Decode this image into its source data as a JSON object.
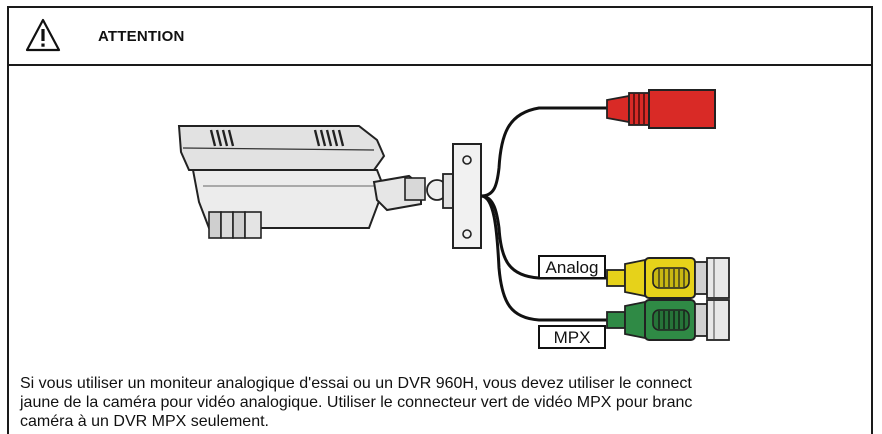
{
  "header": {
    "icon": "warning-triangle-icon",
    "title": "ATTENTION"
  },
  "illustration": {
    "labels": {
      "analog": "Analog",
      "mpx": "MPX"
    },
    "colors": {
      "power_connector": "#d92a26",
      "analog_connector": "#e6d21a",
      "mpx_connector": "#2f8a45"
    }
  },
  "body": {
    "lines": [
      "Si vous utiliser un moniteur analogique d'essai ou un DVR 960H, vous devez utiliser le connect",
      "jaune de la caméra pour vidéo analogique. Utiliser le connecteur vert de vidéo MPX pour branc",
      "caméra à un DVR MPX seulement."
    ]
  }
}
